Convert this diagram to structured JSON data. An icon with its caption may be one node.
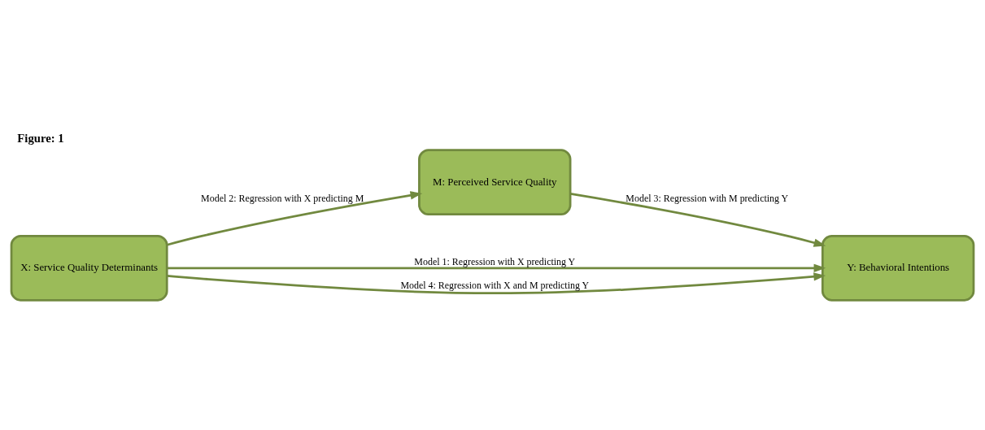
{
  "diagram": {
    "title": "Figure: 1",
    "nodes": [
      {
        "text": [
          "X: Service Quality Determinants"
        ]
      },
      {
        "text": [
          "M: Perceived Service Quality"
        ]
      },
      {
        "text": [
          "Y: Behavioral Intentions"
        ]
      }
    ],
    "edges": [
      {
        "from": 0,
        "to": 1,
        "arrow": "to",
        "label": "Model 2: Regression with X predicting M"
      },
      {
        "from": 1,
        "to": 2,
        "arrow": "to",
        "label": "Model 3: Regression with M predicting Y"
      },
      {
        "from": 0,
        "to": 2,
        "arrow": "to",
        "label": "Model 1: Regression with X predicting Y"
      },
      {
        "from": 0,
        "to": 2,
        "arrow": "to",
        "label": "Model 4: Regression with X and M predicting Y"
      }
    ]
  }
}
